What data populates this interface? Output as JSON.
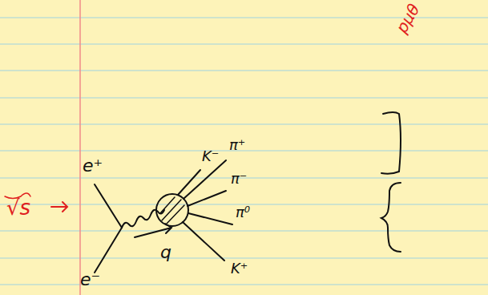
{
  "diagram": {
    "labels": [
      "pμθ",
      "e⁺",
      "√s",
      "e⁻",
      "q",
      "K⁻",
      "π⁺",
      "π⁻",
      "π⁰",
      "K⁺"
    ]
  }
}
